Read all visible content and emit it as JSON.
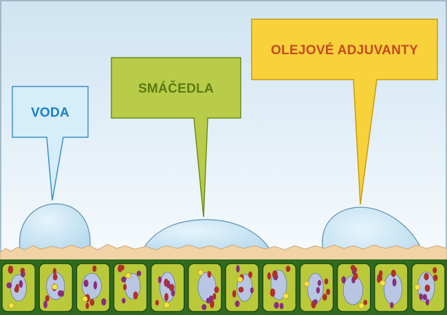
{
  "callouts": [
    {
      "id": "voda",
      "label": "VODA",
      "text_color": "#1a7fc4",
      "fill": "#d6eefa",
      "stroke": "#3a8fc4"
    },
    {
      "id": "smacedla",
      "label": "SMÁČEDLA",
      "text_color": "#5a7a10",
      "fill": "#b9cc4a",
      "stroke": "#6b8a1a"
    },
    {
      "id": "olejove",
      "label": "OLEJOVÉ ADJUVANTY",
      "text_color": "#c8481c",
      "fill": "#f7d23a",
      "stroke": "#c89a10"
    }
  ],
  "colors": {
    "sky_top": "#cfe4f2",
    "sky_bottom": "#ffffff",
    "droplet": "#a9d3ea",
    "droplet_outline": "#5b8fb0",
    "wax_layer": "#f1d3a6",
    "cell_wall": "#2f6a1e",
    "cytoplasm": "#b9c93a",
    "vacuole": "#b8c6e3",
    "chloroplast_purple": "#8a2f7a",
    "chloroplast_red": "#b0302a",
    "nucleus_yellow": "#f4e24a"
  }
}
